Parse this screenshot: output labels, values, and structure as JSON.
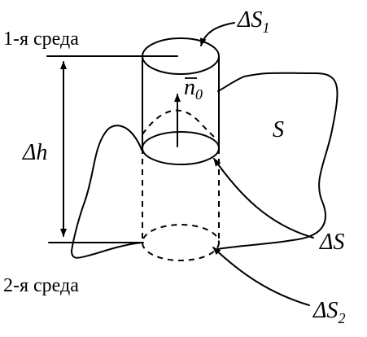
{
  "labels": {
    "medium_1": "1-я среда",
    "medium_2": "2-я среда",
    "delta_s1": "ΔS",
    "delta_s1_sub": "1",
    "delta_s": "ΔS",
    "delta_s2": "ΔS",
    "delta_s2_sub": "2",
    "delta_h": "Δh",
    "surface_s": "S",
    "normal": "n",
    "normal_sub": "0"
  },
  "colors": {
    "ink": "#000000",
    "background": "#ffffff"
  }
}
